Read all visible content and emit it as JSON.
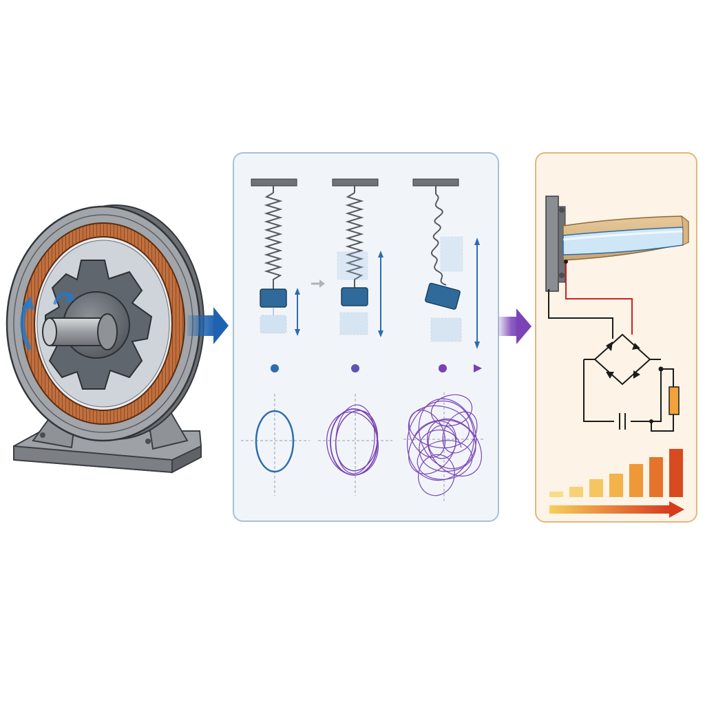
{
  "figure": {
    "stages": [
      "rotating-machine",
      "spring-mass-oscillators",
      "piezo-harvester-circuit"
    ],
    "oscillators": [
      {
        "state": "regular",
        "orbit": "single-ellipse"
      },
      {
        "state": "transition",
        "orbit": "multi-loop"
      },
      {
        "state": "chaotic",
        "orbit": "tangled"
      }
    ],
    "output_bars": 7,
    "colors": {
      "arrow_blue": "#1f63b0",
      "arrow_purple": "#7a44b6",
      "panel_blue_border": "#a8bfd8",
      "panel_blue_fill": "#f1f5fa",
      "panel_orange_border": "#e1b77e",
      "panel_orange_fill": "#fdf3e6",
      "copper": "#b8663a",
      "steel": "#8c8f94",
      "mass_blue": "#2f6a9a",
      "wire_red": "#d21f1f"
    }
  }
}
